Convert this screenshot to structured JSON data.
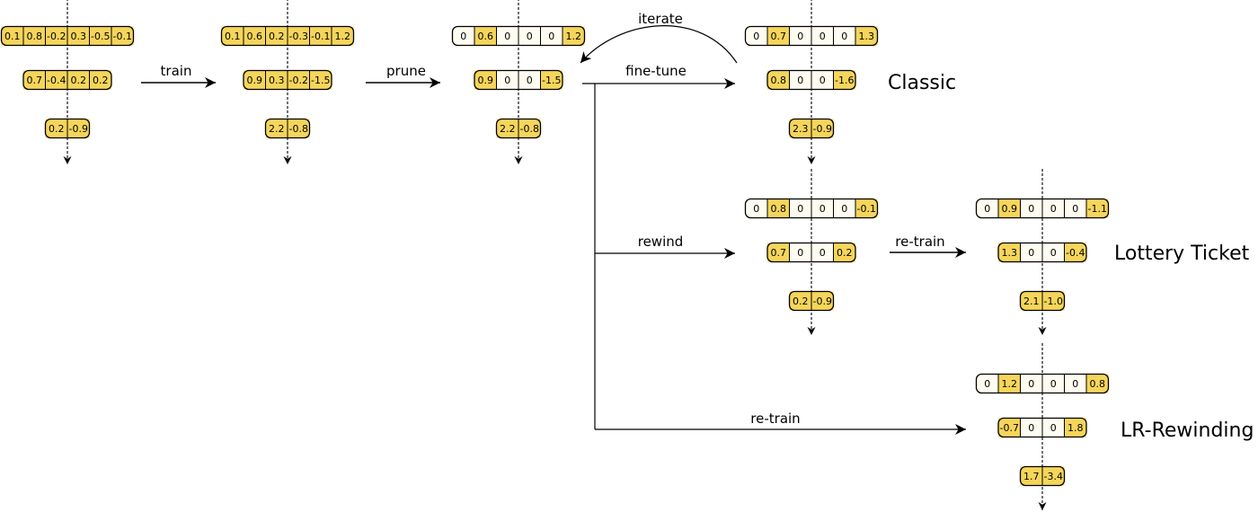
{
  "colors": {
    "nonzero_fill": "#f5d55a",
    "zero_fill": "#fefcf0",
    "stroke": "#000000",
    "line": "#000000"
  },
  "networks": {
    "initial": {
      "rows": [
        [
          "0.1",
          "0.8",
          "-0.2",
          "0.3",
          "-0.5",
          "-0.1"
        ],
        [
          "0.7",
          "-0.4",
          "0.2",
          "0.2"
        ],
        [
          "0.2",
          "-0.9"
        ]
      ]
    },
    "trained": {
      "rows": [
        [
          "0.1",
          "0.6",
          "0.2",
          "-0.3",
          "-0.1",
          "1.2"
        ],
        [
          "0.9",
          "0.3",
          "-0.2",
          "-1.5"
        ],
        [
          "2.2",
          "-0.8"
        ]
      ]
    },
    "pruned": {
      "rows": [
        [
          "0",
          "0.6",
          "0",
          "0",
          "0",
          "1.2"
        ],
        [
          "0.9",
          "0",
          "0",
          "-1.5"
        ],
        [
          "2.2",
          "-0.8"
        ]
      ]
    },
    "classic": {
      "rows": [
        [
          "0",
          "0.7",
          "0",
          "0",
          "0",
          "1.3"
        ],
        [
          "0.8",
          "0",
          "0",
          "-1.6"
        ],
        [
          "2.3",
          "-0.9"
        ]
      ]
    },
    "rewound": {
      "rows": [
        [
          "0",
          "0.8",
          "0",
          "0",
          "0",
          "-0.1"
        ],
        [
          "0.7",
          "0",
          "0",
          "0.2"
        ],
        [
          "0.2",
          "-0.9"
        ]
      ]
    },
    "lottery": {
      "rows": [
        [
          "0",
          "0.9",
          "0",
          "0",
          "0",
          "-1.1"
        ],
        [
          "1.3",
          "0",
          "0",
          "-0.4"
        ],
        [
          "2.1",
          "-1.0"
        ]
      ]
    },
    "lr_rewind": {
      "rows": [
        [
          "0",
          "1.2",
          "0",
          "0",
          "0",
          "0.8"
        ],
        [
          "-0.7",
          "0",
          "0",
          "1.8"
        ],
        [
          "1.7",
          "-3.4"
        ]
      ]
    }
  },
  "edges": {
    "train": "train",
    "prune": "prune",
    "iterate": "iterate",
    "fine_tune": "fine-tune",
    "rewind": "rewind",
    "retrain_lottery": "re-train",
    "retrain_lr": "re-train"
  },
  "methods": {
    "classic": "Classic",
    "lottery": "Lottery Ticket",
    "lr_rewinding": "LR-Rewinding"
  }
}
